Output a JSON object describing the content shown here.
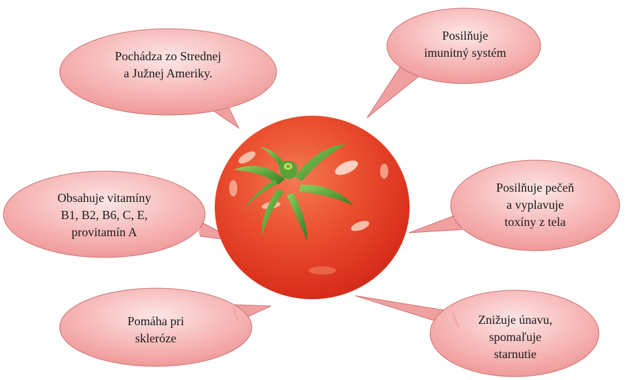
{
  "colors": {
    "bubble_fill": "#f4a3a3",
    "bubble_fill_light": "#fde3e3",
    "bubble_stroke": "#c97070",
    "tomato_red": "#e23b24",
    "tomato_light": "#f26a45",
    "leaf_green": "#3f8f2b",
    "leaf_light": "#7cc04b"
  },
  "center_image": {
    "icon": "tomato-icon"
  },
  "bubbles": [
    {
      "id": "origin",
      "lines": [
        "Pochádza zo Strednej",
        "a Južnej Ameriky."
      ]
    },
    {
      "id": "immunity",
      "lines": [
        "Posilňuje",
        "imunitný systém"
      ]
    },
    {
      "id": "vitamins",
      "lines": [
        "Obsahuje vitamíny",
        "B1, B2, B6, C, E,",
        "provitamín A"
      ]
    },
    {
      "id": "liver",
      "lines": [
        "Posilňuje pečeň",
        "a vyplavuje",
        "toxíny z tela"
      ]
    },
    {
      "id": "sclerosis",
      "lines": [
        "Pomáha pri",
        "skleróze"
      ]
    },
    {
      "id": "fatigue",
      "lines": [
        "Znižuje únavu,",
        "spomaľuje",
        "starnutie"
      ]
    }
  ]
}
